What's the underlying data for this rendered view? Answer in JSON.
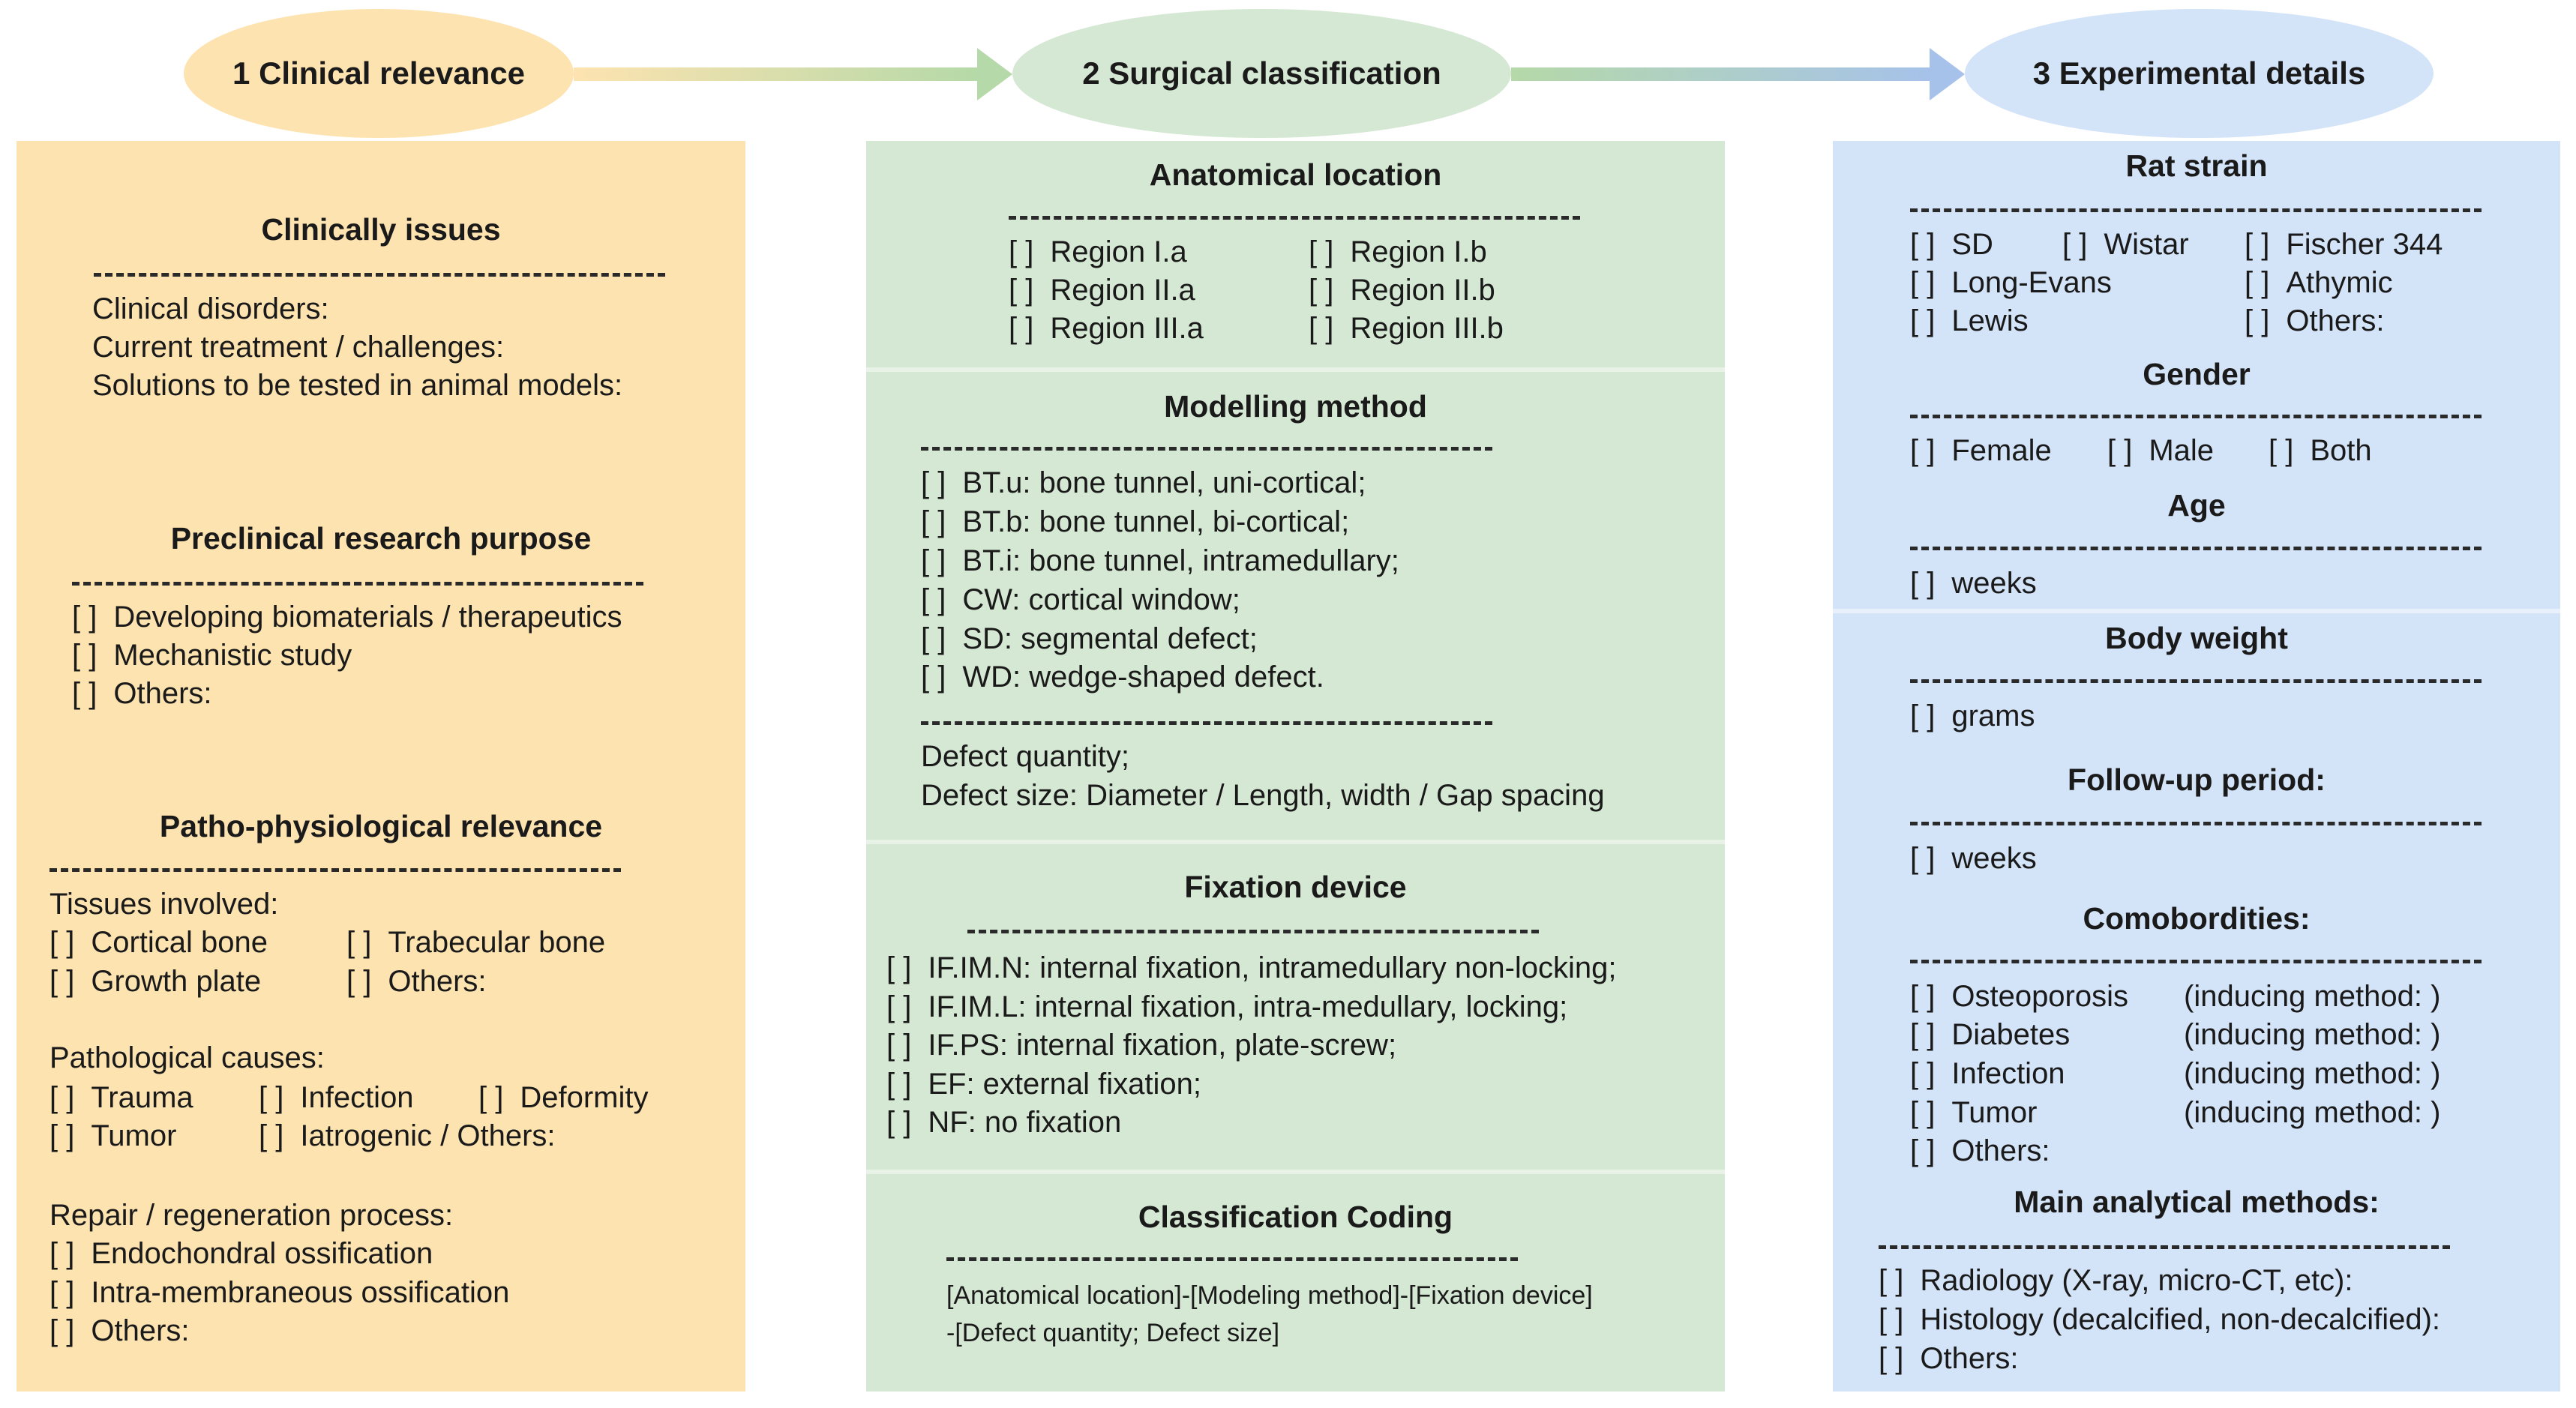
{
  "stages": [
    {
      "label": "1 Clinical relevance"
    },
    {
      "label": "2 Surgical classification"
    },
    {
      "label": "3 Experimental details"
    }
  ],
  "checkbox": "[ ]",
  "col1": {
    "clinical_issues": {
      "title": "Clinically issues",
      "lines": [
        "Clinical disorders:",
        "Current treatment / challenges:",
        "Solutions to be tested in animal models:"
      ]
    },
    "purpose": {
      "title": "Preclinical research purpose",
      "options": [
        "Developing biomaterials / therapeutics",
        "Mechanistic study",
        "Others:"
      ]
    },
    "patho": {
      "title": "Patho-physiological relevance",
      "tissues_label": "Tissues involved:",
      "tissues": [
        "Cortical bone",
        "Trabecular bone",
        "Growth plate",
        "Others:"
      ],
      "causes_label": "Pathological causes:",
      "causes": [
        "Trauma",
        "Infection",
        "Deformity",
        "Tumor",
        "Iatrogenic / Others:"
      ],
      "repair_label": "Repair / regeneration process:",
      "repair": [
        "Endochondral ossification",
        "Intra-membraneous ossification",
        "Others:"
      ]
    }
  },
  "col2": {
    "anatomical": {
      "title": "Anatomical location",
      "regions": [
        "Region I.a",
        "Region I.b",
        "Region II.a",
        "Region II.b",
        "Region III.a",
        "Region III.b"
      ]
    },
    "modelling": {
      "title": "Modelling method",
      "options": [
        "BT.u: bone tunnel, uni-cortical;",
        "BT.b: bone tunnel, bi-cortical;",
        "BT.i: bone tunnel, intramedullary;",
        "CW: cortical window;",
        "SD: segmental defect;",
        "WD: wedge-shaped defect."
      ],
      "defect_quantity": "Defect quantity;",
      "defect_size": "Defect size:  Diameter / Length, width / Gap spacing"
    },
    "fixation": {
      "title": "Fixation device",
      "options": [
        "IF.IM.N: internal fixation, intramedullary non-locking;",
        "IF.IM.L: internal fixation, intra-medullary, locking;",
        "IF.PS: internal fixation, plate-screw;",
        "EF: external fixation;",
        "NF: no fixation"
      ]
    },
    "coding": {
      "title": "Classification Coding",
      "line1": "[Anatomical location]-[Modeling method]-[Fixation device]",
      "line2": "-[Defect quantity; Defect size]"
    }
  },
  "col3": {
    "strain": {
      "title": "Rat strain",
      "options": [
        "SD",
        "Wistar",
        "Fischer 344",
        "Long-Evans",
        "Athymic",
        "Lewis",
        "Others:"
      ]
    },
    "gender": {
      "title": "Gender",
      "options": [
        "Female",
        "Male",
        "Both"
      ]
    },
    "age": {
      "title": "Age",
      "unit": "weeks"
    },
    "weight": {
      "title": "Body weight",
      "unit": "grams"
    },
    "followup": {
      "title": "Follow-up period:",
      "unit": "weeks"
    },
    "comorb": {
      "title": "Comobordities:",
      "options": [
        "Osteoporosis",
        "Diabetes",
        "Infection",
        "Tumor",
        "Others:"
      ],
      "inducing": "(inducing method:  )"
    },
    "analysis": {
      "title": "Main analytical methods:",
      "options": [
        "Radiology (X-ray, micro-CT, etc):",
        "Histology (decalcified, non-decalcified):",
        "Others:"
      ]
    }
  },
  "colors": {
    "orange": "#fde3b0",
    "green": "#d5e8d3",
    "blue": "#d3e3f8"
  }
}
